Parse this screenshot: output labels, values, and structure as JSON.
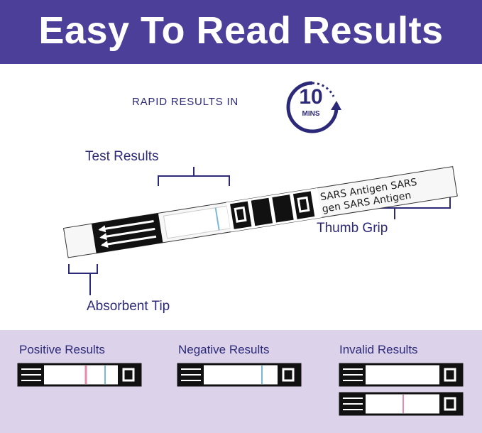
{
  "banner": {
    "title": "Easy To Read Results"
  },
  "timer": {
    "prefix": "RAPID RESULTS IN",
    "number": "10",
    "unit": "MINS"
  },
  "labels": {
    "test_results": "Test Results",
    "thumb_grip": "Thumb Grip",
    "absorbent_tip": "Absorbent Tip"
  },
  "strip_text": {
    "line1": "SARS Antigen SARS",
    "line2": "gen SARS Antigen"
  },
  "results": {
    "positive": "Positive Results",
    "negative": "Negative Results",
    "invalid": "Invalid Results"
  },
  "colors": {
    "banner": "#4b3f9a",
    "text": "#2c2a78",
    "bottom_bg": "#dcd3ea",
    "control_line": "#7ab8d9",
    "test_line": "#e58aa8"
  }
}
